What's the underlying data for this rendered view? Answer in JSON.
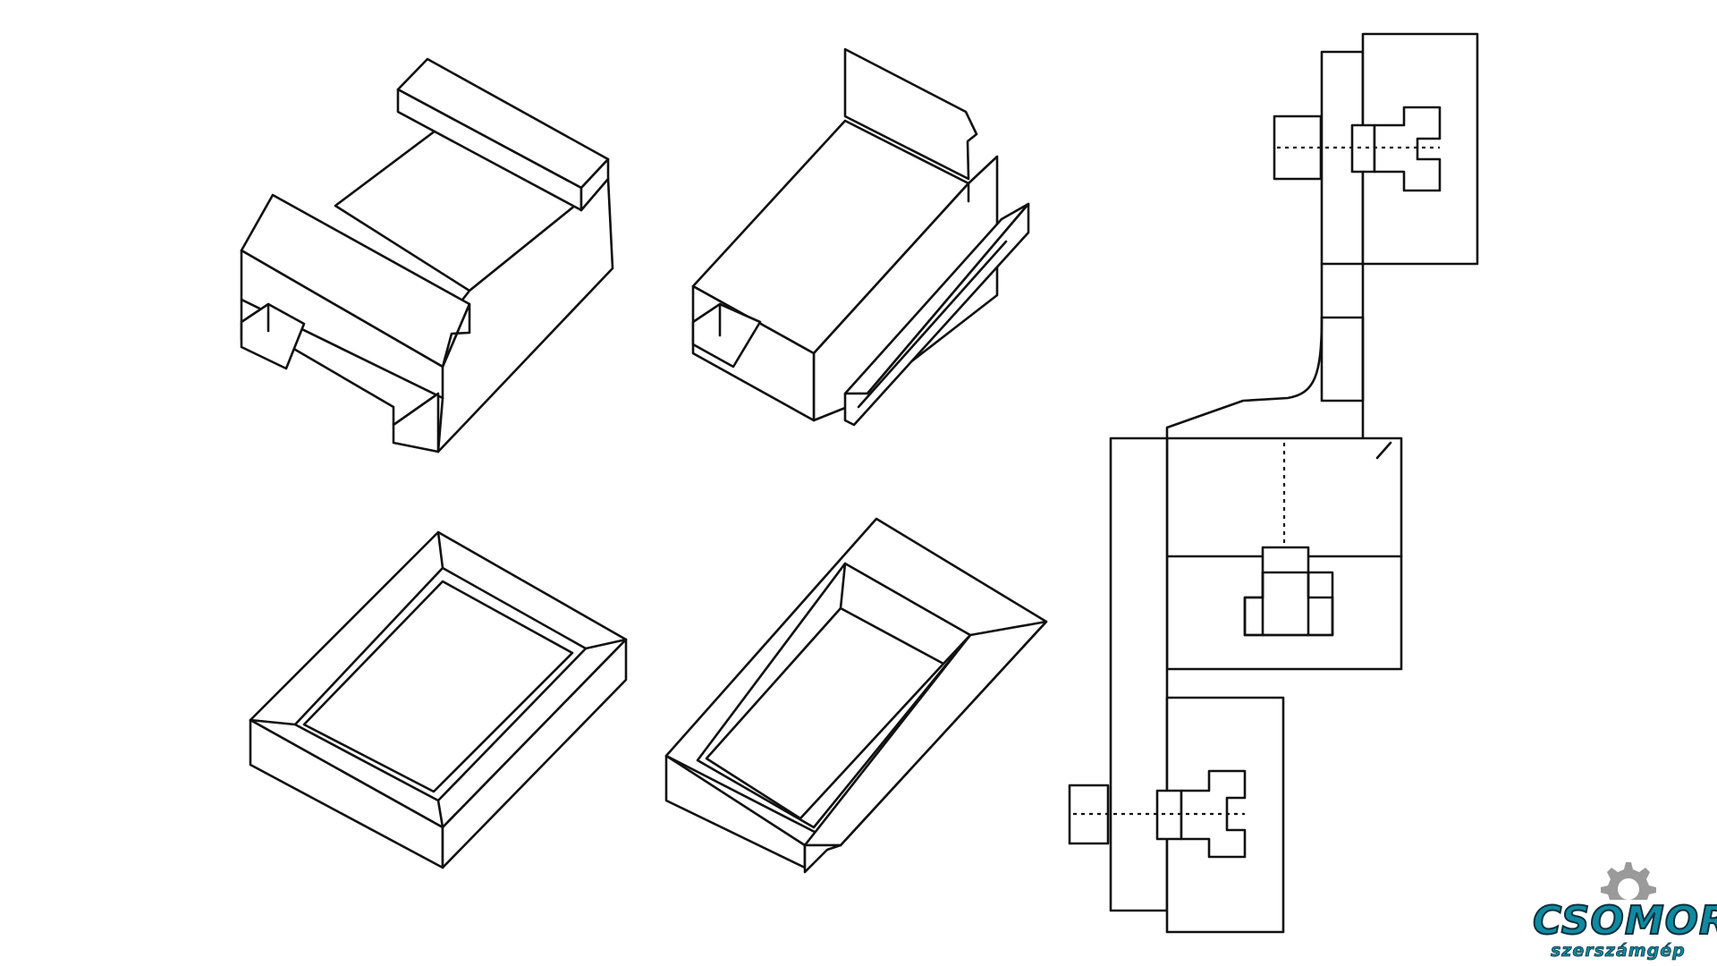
{
  "logo": {
    "brand": "CSOMOR",
    "sub": "szerszámgép",
    "brand_color": "#0f8aa0",
    "outline_color": "#0a2f3c",
    "gear_color": "#9a9a9a",
    "icon": "gear-icon"
  },
  "figures": [
    {
      "id": "bent-part-with-top-flanges",
      "icon": "sheet-metal-part-icon"
    },
    {
      "id": "channel-part-with-side-lip",
      "icon": "sheet-metal-part-icon"
    },
    {
      "id": "shallow-tray",
      "icon": "sheet-metal-tray-icon"
    },
    {
      "id": "tray-with-sloped-end",
      "icon": "sheet-metal-tray-icon"
    },
    {
      "id": "flat-pattern-with-fasteners",
      "icon": "flat-pattern-icon"
    }
  ]
}
